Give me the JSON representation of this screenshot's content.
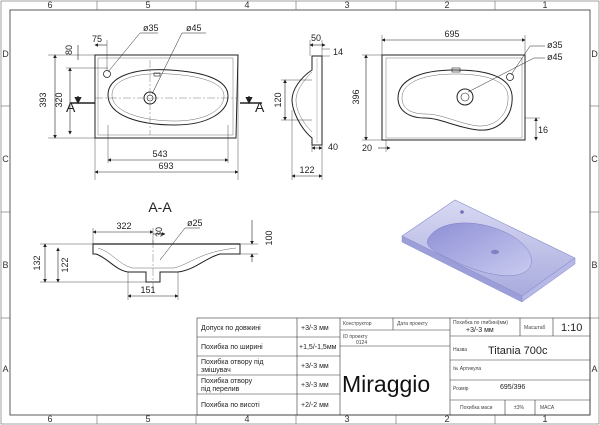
{
  "frame": {
    "top_numbers": [
      "6",
      "5",
      "4",
      "3",
      "2",
      "1"
    ],
    "bottom_numbers": [
      "6",
      "5",
      "4",
      "3",
      "2",
      "1"
    ],
    "left_letters": [
      "D",
      "C",
      "B",
      "A"
    ],
    "right_letters": [
      "D",
      "C",
      "B",
      "A"
    ]
  },
  "top_view": {
    "dims": {
      "width_total": "693",
      "width_bowl": "543",
      "depth_total": "393",
      "depth_bowl": "320",
      "edge_offset": "80",
      "tap_offset": "75",
      "tap_hole": "ø35",
      "drain_hole": "ø45"
    },
    "section_left": "A",
    "section_right": "A"
  },
  "side_view": {
    "dims": {
      "top_width": "50",
      "rim": "14",
      "height": "120",
      "base": "40",
      "depth": "122"
    }
  },
  "cabinet_view": {
    "dims": {
      "width": "695",
      "depth": "396",
      "tap_hole": "ø35",
      "drain_hole": "ø45",
      "offset_left": "20",
      "offset_bottom": "16"
    }
  },
  "section_view": {
    "title": "A-A",
    "dims": {
      "drain_pos": "322",
      "wall": "30",
      "drain_hole": "ø25",
      "total_height": "100",
      "height_outer": "132",
      "height_inner": "122",
      "drain_width": "151"
    }
  },
  "title_block": {
    "tolerances": [
      {
        "label": "Допуск по довжині",
        "value": "+3/-3 мм"
      },
      {
        "label": "Похибка по ширині",
        "value": "+1,5/-1,5мм"
      },
      {
        "label": "Похибка отвору під змішувач",
        "value": "+3/-3 мм"
      },
      {
        "label": "Похибка отвору під перелив",
        "value": "+3/-3 мм"
      },
      {
        "label": "Похибка по висоті",
        "value": "+2/-2 мм"
      }
    ],
    "designer_label": "Конструктор",
    "date_label": "Дата проекту",
    "project_id_label": "ID проекту",
    "project_id_value": "0124",
    "brand": "Miraggio",
    "depth_tolerance_label": "Похибка по глибині(мм)",
    "depth_tolerance_value": "+3/-3 мм",
    "scale_label": "Масштаб",
    "scale_value": "1:10",
    "name_label": "Назва",
    "name_value": "Titania 700c",
    "article_label": "№ Артикула",
    "size_label": "Розмір",
    "size_value": "695/396",
    "mass_tol_label": "Похибка маси",
    "mass_tol_value": "±3%",
    "mass_label": "МАСА"
  }
}
